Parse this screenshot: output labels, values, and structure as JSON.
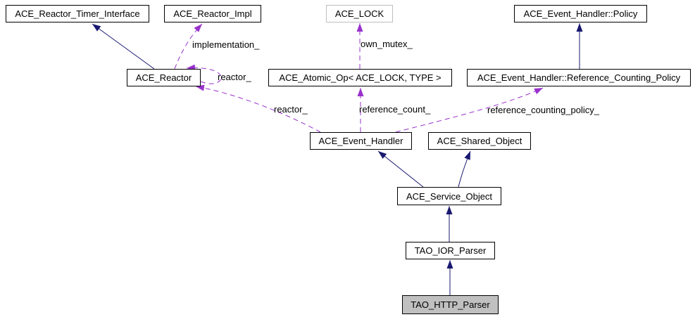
{
  "diagram": {
    "type": "class-collaboration-diagram",
    "colors": {
      "inheritance_edge": "#191970",
      "usage_edge": "#9932cc",
      "node_border": "#000000",
      "node_background": "#ffffff",
      "external_node_border": "#bebebe",
      "current_node_background": "#c0c0c0",
      "text": "#000000"
    },
    "nodes": [
      {
        "label": "ACE_Reactor_Timer_Interface",
        "variant": "default"
      },
      {
        "label": "ACE_Reactor_Impl",
        "variant": "default"
      },
      {
        "label": "ACE_LOCK",
        "variant": "external"
      },
      {
        "label": "ACE_Event_Handler::Policy",
        "variant": "default"
      },
      {
        "label": "ACE_Reactor",
        "variant": "default"
      },
      {
        "label": "ACE_Atomic_Op< ACE_LOCK, TYPE >",
        "variant": "default"
      },
      {
        "label": "ACE_Event_Handler::Reference_Counting_Policy",
        "variant": "default"
      },
      {
        "label": "ACE_Event_Handler",
        "variant": "default"
      },
      {
        "label": "ACE_Shared_Object",
        "variant": "default"
      },
      {
        "label": "ACE_Service_Object",
        "variant": "default"
      },
      {
        "label": "TAO_IOR_Parser",
        "variant": "default"
      },
      {
        "label": "TAO_HTTP_Parser",
        "variant": "current"
      }
    ],
    "edge_labels": [
      {
        "text": "implementation_"
      },
      {
        "text": "own_mutex_"
      },
      {
        "text": "reactor_"
      },
      {
        "text": "reactor_"
      },
      {
        "text": "reference_count_"
      },
      {
        "text": "reference_counting_policy_"
      }
    ]
  }
}
